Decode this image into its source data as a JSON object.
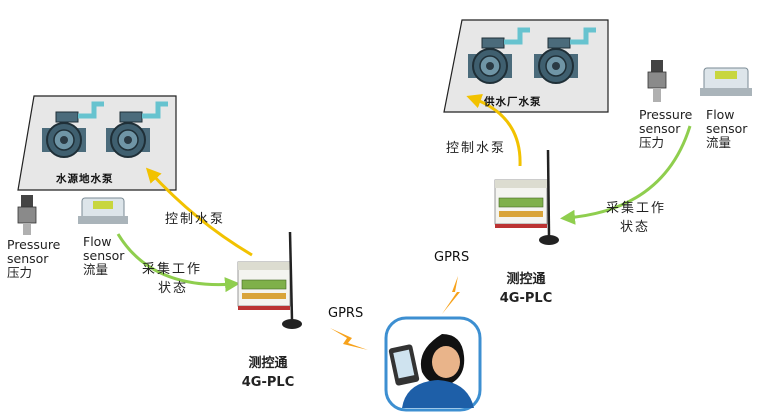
{
  "platforms": {
    "source": {
      "label": "水源地水泵"
    },
    "supply": {
      "label": "供水厂水泵"
    }
  },
  "sensors": {
    "left_pressure": {
      "line1": "Pressure",
      "line2": "sensor",
      "line3": "压力"
    },
    "left_flow": {
      "line1": "Flow",
      "line2": "sensor",
      "line3": "流量"
    },
    "right_pressure": {
      "line1": "Pressure",
      "line2": "sensor",
      "line3": "压力"
    },
    "right_flow": {
      "line1": "Flow",
      "line2": "sensor",
      "line3": "流量"
    }
  },
  "arrows": {
    "left_control": "控制水泵",
    "left_collect_1": "采集工作",
    "left_collect_2": "状态",
    "right_control": "控制水泵",
    "right_collect_1": "采集工作",
    "right_collect_2": "状态"
  },
  "plc": {
    "left": {
      "name": "测控通",
      "model": "4G-PLC"
    },
    "right": {
      "name": "测控通",
      "model": "4G-PLC"
    }
  },
  "links": {
    "left_gprs": "GPRS",
    "right_gprs": "GPRS"
  },
  "colors": {
    "control_arrow": "#f2c200",
    "collect_arrow": "#8fce4e",
    "lightning": "#f7a21b",
    "platform": "#e7e7e7",
    "pump": "#3f5f6f"
  },
  "icons": [
    "pump-icon",
    "pressure-sensor-icon",
    "flow-sensor-icon",
    "plc-device-icon",
    "antenna-icon",
    "lightning-icon",
    "operator-tablet-icon"
  ]
}
